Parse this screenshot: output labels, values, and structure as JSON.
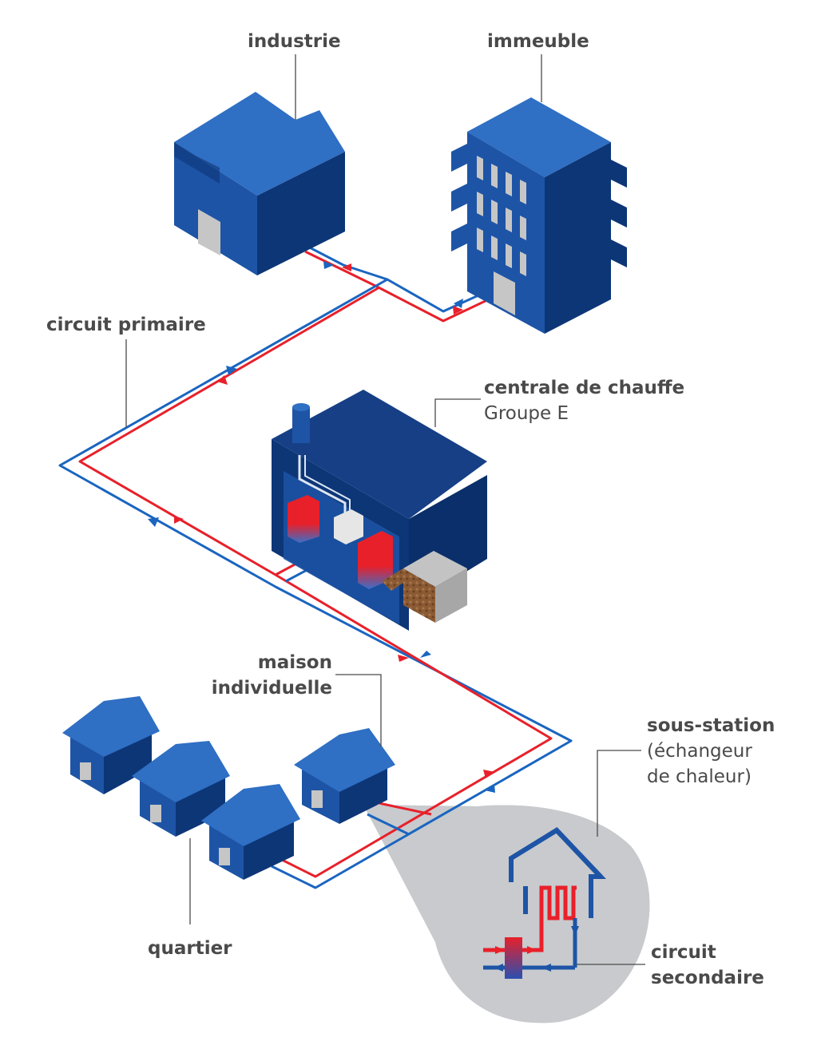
{
  "labels": {
    "industrie": "industrie",
    "immeuble": "immeuble",
    "circuit_primaire": "circuit primaire",
    "centrale_title": "centrale de chauffe",
    "centrale_sub": "Groupe E",
    "maison_line1": "maison",
    "maison_line2": "individuelle",
    "sous_station_title": "sous-station",
    "sous_station_line2": "(échangeur",
    "sous_station_line3": "de chaleur)",
    "quartier": "quartier",
    "circuit_secondaire_line1": "circuit",
    "circuit_secondaire_line2": "secondaire"
  },
  "colors": {
    "building_light": "#2f6fc4",
    "building_mid": "#1d54a6",
    "building_dark": "#0d3677",
    "hot_pipe": "#e8202a",
    "cold_pipe": "#1a65c0",
    "door": "#c6c6c6",
    "callout_bg": "#c8cacd",
    "text": "#4a4a4a"
  }
}
